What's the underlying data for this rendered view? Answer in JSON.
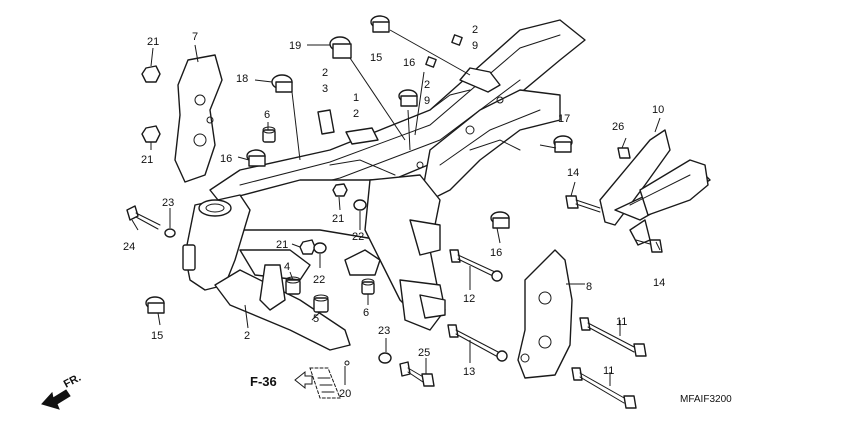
{
  "diagram": {
    "code": "MFAIF3200",
    "page_ref": "F-36",
    "direction": "FR.",
    "callouts": [
      {
        "id": "c7",
        "text": "7"
      },
      {
        "id": "c21a",
        "text": "21"
      },
      {
        "id": "c21b",
        "text": "21"
      },
      {
        "id": "c6a",
        "text": "6"
      },
      {
        "id": "c16a",
        "text": "16"
      },
      {
        "id": "c18",
        "text": "18"
      },
      {
        "id": "c19",
        "text": "19"
      },
      {
        "id": "c15a",
        "text": "15"
      },
      {
        "id": "c2a",
        "text": "2"
      },
      {
        "id": "c9a",
        "text": "9"
      },
      {
        "id": "c2b",
        "text": "2"
      },
      {
        "id": "c3",
        "text": "3"
      },
      {
        "id": "c1",
        "text": "1"
      },
      {
        "id": "c2c",
        "text": "2"
      },
      {
        "id": "c16b",
        "text": "16"
      },
      {
        "id": "c2d",
        "text": "2"
      },
      {
        "id": "c9b",
        "text": "9"
      },
      {
        "id": "c17",
        "text": "17"
      },
      {
        "id": "c10",
        "text": "10"
      },
      {
        "id": "c26",
        "text": "26"
      },
      {
        "id": "c14a",
        "text": "14"
      },
      {
        "id": "c14b",
        "text": "14"
      },
      {
        "id": "c16c",
        "text": "16"
      },
      {
        "id": "c23a",
        "text": "23"
      },
      {
        "id": "c24",
        "text": "24"
      },
      {
        "id": "c21c",
        "text": "21"
      },
      {
        "id": "c22a",
        "text": "22"
      },
      {
        "id": "c21d",
        "text": "21"
      },
      {
        "id": "c22b",
        "text": "22"
      },
      {
        "id": "c4",
        "text": "4"
      },
      {
        "id": "c12",
        "text": "12"
      },
      {
        "id": "c8",
        "text": "8"
      },
      {
        "id": "c5",
        "text": "5"
      },
      {
        "id": "c6b",
        "text": "6"
      },
      {
        "id": "c2e",
        "text": "2"
      },
      {
        "id": "c15b",
        "text": "15"
      },
      {
        "id": "c23b",
        "text": "23"
      },
      {
        "id": "c25",
        "text": "25"
      },
      {
        "id": "c13",
        "text": "13"
      },
      {
        "id": "c11a",
        "text": "11"
      },
      {
        "id": "c11b",
        "text": "11"
      },
      {
        "id": "c20",
        "text": "20"
      }
    ]
  }
}
